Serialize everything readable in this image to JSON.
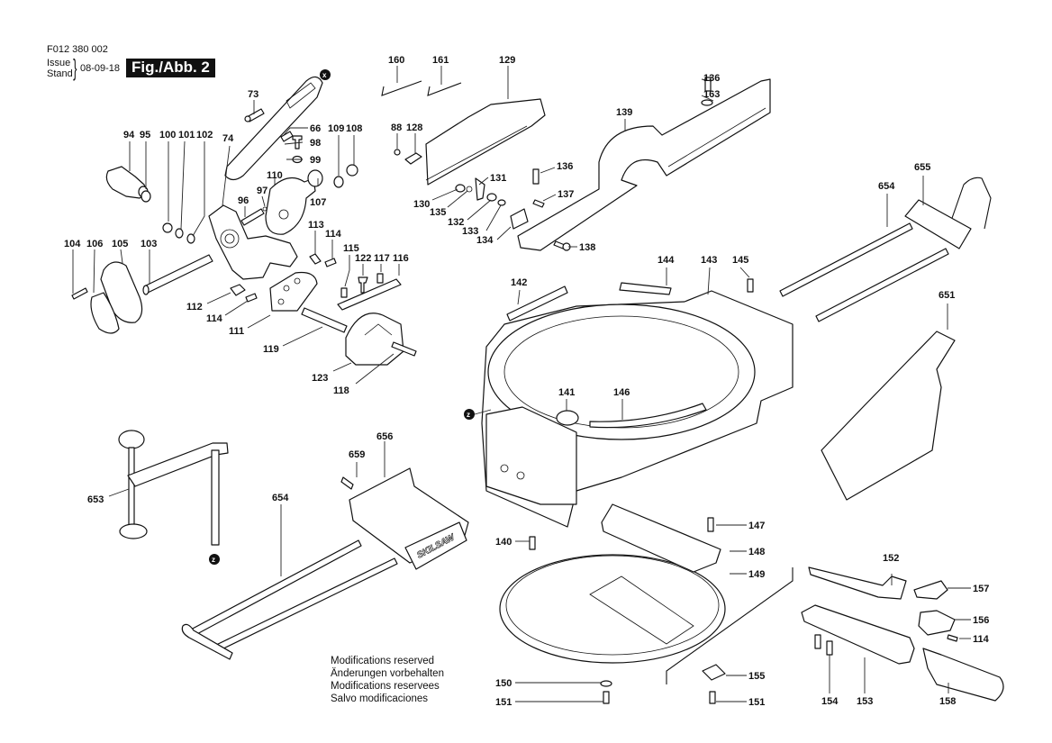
{
  "header": {
    "part_code": "F012 380 002",
    "issue_label": "Issue",
    "stand_label": "Stand",
    "brace": "}",
    "date": "08-09-18",
    "figure_label": "Fig./Abb. 2"
  },
  "modifications_notice": [
    "Modifications reserved",
    "Änderungen vorbehalten",
    "Modifications reservees",
    "Salvo modificaciones"
  ],
  "brand_text": "SKILSAW",
  "connection_markers": {
    "x": "x",
    "z": "z"
  },
  "callouts": {
    "c73": "73",
    "c66": "66",
    "c98": "98",
    "c99": "99",
    "c74": "74",
    "c94": "94",
    "c95": "95",
    "c100": "100",
    "c101": "101",
    "c102": "102",
    "c109": "109",
    "c108": "108",
    "c110": "110",
    "c97": "97",
    "c96": "96",
    "c107": "107",
    "c113": "113",
    "c114a": "114",
    "c115": "115",
    "c122": "122",
    "c117": "117",
    "c116": "116",
    "c104": "104",
    "c106": "106",
    "c105": "105",
    "c103": "103",
    "c112": "112",
    "c114b": "114",
    "c111": "111",
    "c119": "119",
    "c123": "123",
    "c118": "118",
    "c160": "160",
    "c161": "161",
    "c129": "129",
    "c88": "88",
    "c128": "128",
    "c131": "131",
    "c130": "130",
    "c135": "135",
    "c132": "132",
    "c133": "133",
    "c134": "134",
    "c136a": "136",
    "c137": "137",
    "c138": "138",
    "c139": "139",
    "c136b": "136",
    "c163": "163",
    "c655": "655",
    "c654a": "654",
    "c651": "651",
    "c142": "142",
    "c144": "144",
    "c143": "143",
    "c145": "145",
    "c141": "141",
    "c146": "146",
    "c653": "653",
    "c654b": "654",
    "c659": "659",
    "c656": "656",
    "c140": "140",
    "c147": "147",
    "c148": "148",
    "c149": "149",
    "c150": "150",
    "c151a": "151",
    "c155": "155",
    "c151b": "151",
    "c152": "152",
    "c157": "157",
    "c156": "156",
    "c114c": "114",
    "c154": "154",
    "c153": "153",
    "c158": "158"
  }
}
